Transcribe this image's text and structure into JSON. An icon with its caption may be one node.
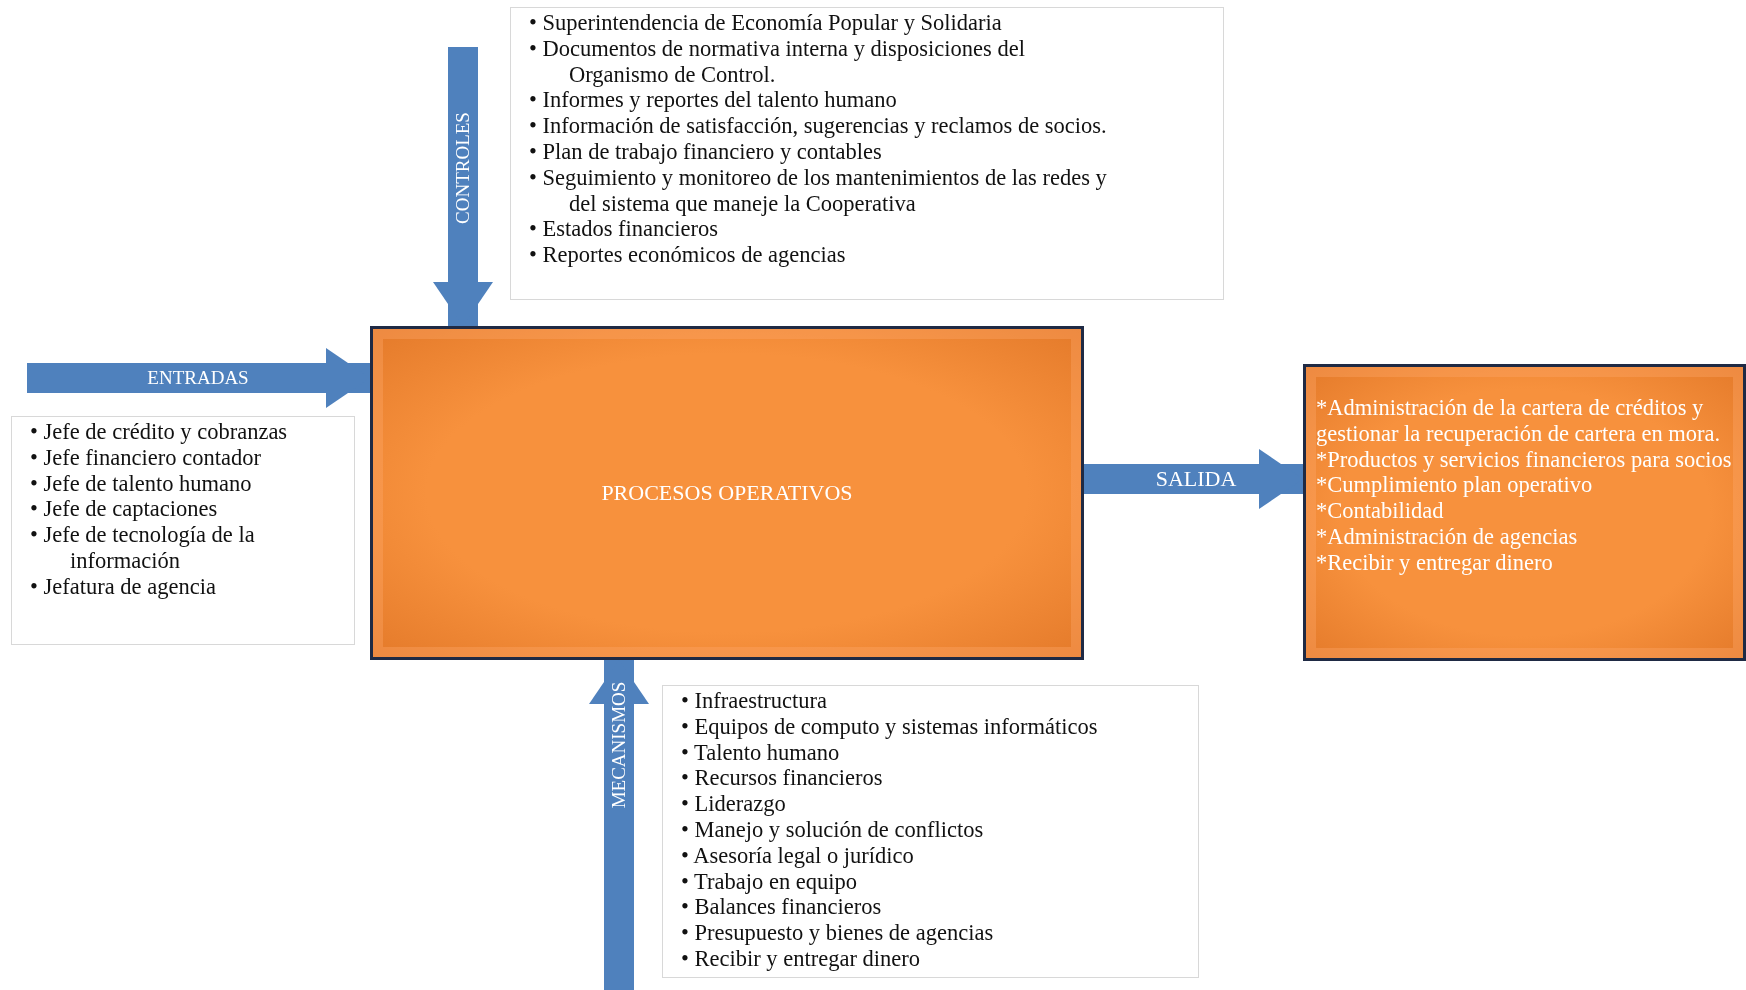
{
  "diagram": {
    "nodes": [
      {
        "text": [
          "PROCESOS OPERATIVOS"
        ]
      },
      {
        "text": [
          "• Superintendencia de Economía Popular y Solidaria",
          "• Documentos de normativa interna y disposiciones del Organismo de Control.",
          "• Informes y reportes del talento humano",
          "• Información de satisfacción, sugerencias y reclamos de socios.",
          "• Plan de trabajo financiero y contables",
          "• Seguimiento y monitoreo de los mantenimientos de las redes y del sistema que maneje la Cooperativa",
          "• Estados financieros",
          "• Reportes económicos de agencias"
        ]
      },
      {
        "text": [
          "• Jefe de crédito y cobranzas",
          "• Jefe financiero contador",
          "• Jefe de talento humano",
          "• Jefe de captaciones",
          "• Jefe de tecnología de la información",
          "• Jefatura de agencia"
        ]
      },
      {
        "text": [
          "*Administración de la cartera de créditos y gestionar la recuperación de cartera en mora.",
          "*Productos y servicios financieros para socios",
          "*Cumplimiento plan operativo",
          "*Contabilidad",
          "*Administración de agencias",
          "*Recibir y entregar dinero"
        ]
      },
      {
        "text": [
          "• Infraestructura",
          "• Equipos de computo y sistemas informáticos",
          "• Talento humano",
          "• Recursos financieros",
          "• Liderazgo",
          "• Manejo y solución de conflictos",
          "• Asesoría legal o jurídico",
          "• Trabajo en equipo",
          "• Balances financieros",
          "• Presupuesto y bienes de agencias",
          "• Recibir y entregar dinero"
        ]
      }
    ],
    "edges": [
      {
        "from": null,
        "to": 0,
        "arrow": "to",
        "label": "CONTROLES"
      },
      {
        "from": null,
        "to": 0,
        "arrow": "to",
        "label": "ENTRADAS"
      },
      {
        "from": 0,
        "to": 3,
        "arrow": "to",
        "label": "SALIDA"
      },
      {
        "from": null,
        "to": 0,
        "arrow": "to",
        "label": "MECANISMOS"
      }
    ]
  }
}
